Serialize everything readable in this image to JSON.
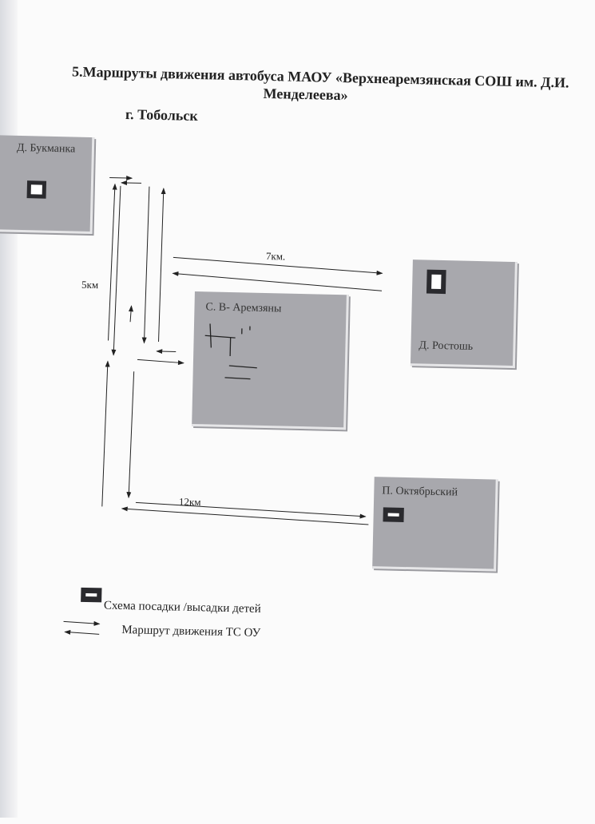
{
  "header": {
    "title_line1": "5.Маршруты движения автобуса МАОУ «Верхнеаремзянская СОШ им. Д.И.",
    "title_line2": "Менделеева»",
    "city": "г. Тобольск"
  },
  "diagram": {
    "places": [
      {
        "name": "Д. Букманка"
      },
      {
        "name": "С. В- Аремзяны"
      },
      {
        "name": "Д. Ростошь"
      },
      {
        "name": "П. Октябрьский"
      }
    ],
    "distances": {
      "bukmanka": "5км",
      "rostosh": "7км.",
      "oktyabrsky": "12км"
    }
  },
  "legend": {
    "stop_label": "Схема посадки /высадки детей",
    "route_label": "Маршрут движения ТС ОУ"
  },
  "colors": {
    "box": "#a8a8ad",
    "marker": "#2a2a2e"
  }
}
